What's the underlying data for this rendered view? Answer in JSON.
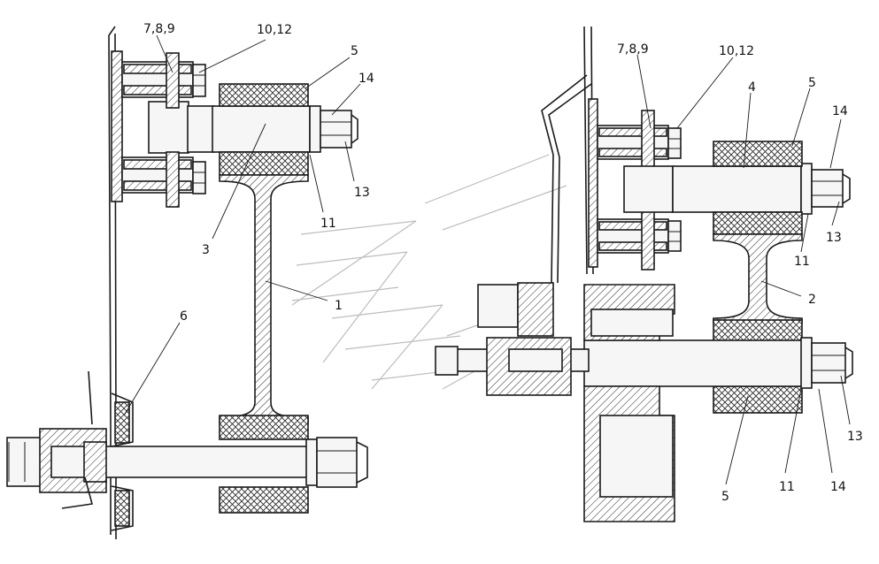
{
  "callouts": {
    "left": {
      "c789": "7,8,9",
      "c1012": "10,12",
      "c5": "5",
      "c14": "14",
      "c13": "13",
      "c11": "11",
      "c3": "3",
      "c1": "1",
      "c6": "6"
    },
    "right": {
      "c789": "7,8,9",
      "c1012": "10,12",
      "c4": "4",
      "c5top": "5",
      "c14top": "14",
      "c13top": "13",
      "c11top": "11",
      "c2": "2",
      "c13bot": "13",
      "c14bot": "14",
      "c11bot": "11",
      "c5bot": "5"
    }
  }
}
